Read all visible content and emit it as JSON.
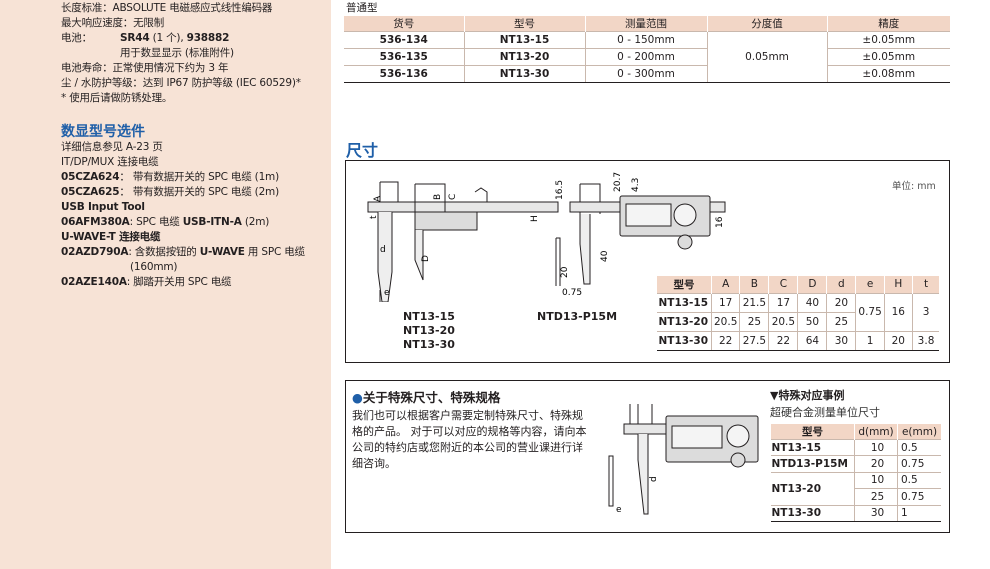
{
  "left": {
    "lines": [
      {
        "label": "长度标准：",
        "value": "ABSOLUTE 电磁感应式线性编码器"
      },
      {
        "label": "最大响应速度：",
        "value": "无限制"
      }
    ],
    "battery_label": "电池：",
    "battery_model": "SR44",
    "battery_count": " (1 个), ",
    "battery_alt": "938882",
    "battery_note": "用于数显显示 (标准附件)",
    "battery_life": "电池寿命：正常使用情况下约为 3 年",
    "protection": "尘 / 水防护等级：达到 IP67 防护等级 (IEC 60529)*",
    "note": "* 使用后请做防锈处理。",
    "section_title": "数显型号选件",
    "ref": "详细信息参见 A-23 页",
    "mux": "IT/DP/MUX 连接电缆",
    "cable1_code": "05CZA624",
    "cable1_desc": "：  带有数据开关的 SPC 电缆 (1m)",
    "cable2_code": "05CZA625",
    "cable2_desc": "：  带有数据开关的 SPC 电缆 (2m)",
    "usb_title": "USB Input Tool",
    "usb_code": "06AFM380A",
    "usb_desc1": ": SPC 电缆 ",
    "usb_model": "USB-ITN-A",
    "usb_desc2": " (2m)",
    "uwave_title": "U-WAVE-T 连接电缆",
    "uwave_code": "02AZD790A",
    "uwave_desc1": ": 含数据按钮的 ",
    "uwave_model": "U-WAVE",
    "uwave_desc2": " 用 SPC 电缆",
    "uwave_len": "(160mm)",
    "foot_code": "02AZE140A",
    "foot_desc": ": 脚踏开关用 SPC 电缆"
  },
  "spec": {
    "type_label": "普通型",
    "headers": [
      "货号",
      "型号",
      "测量范围",
      "分度值",
      "精度"
    ],
    "rows": [
      {
        "code": "536-134",
        "model": "NT13-15",
        "range": "0 - 150mm",
        "accuracy": "±0.05mm"
      },
      {
        "code": "536-135",
        "model": "NT13-20",
        "range": "0 - 200mm",
        "accuracy": "±0.05mm"
      },
      {
        "code": "536-136",
        "model": "NT13-30",
        "range": "0 - 300mm",
        "accuracy": "±0.08mm"
      }
    ],
    "resolution": "0.05mm"
  },
  "dimensions": {
    "title": "尺寸",
    "unit": "单位: mm",
    "models": [
      "NT13-15",
      "NT13-20",
      "NT13-30"
    ],
    "ntd_model": "NTD13-P15M",
    "diagram_labels": {
      "A": "A",
      "B": "B",
      "C": "C",
      "D": "D",
      "d": "d",
      "e": "e",
      "H": "H",
      "t": "t",
      "v165": "16.5",
      "v20": "20",
      "v40": "40",
      "v075": "0.75",
      "v16": "16",
      "v207": "20.7",
      "v43": "4.3"
    },
    "table_headers": [
      "型号",
      "A",
      "B",
      "C",
      "D",
      "d",
      "e",
      "H",
      "t"
    ],
    "table_rows": [
      {
        "model": "NT13-15",
        "A": "17",
        "B": "21.5",
        "C": "17",
        "D": "40",
        "d": "20"
      },
      {
        "model": "NT13-20",
        "A": "20.5",
        "B": "25",
        "C": "20.5",
        "D": "50",
        "d": "25"
      },
      {
        "model": "NT13-30",
        "A": "22",
        "B": "27.5",
        "C": "22",
        "D": "64",
        "d": "30",
        "e": "1",
        "H": "20",
        "t": "3.8"
      }
    ],
    "shared_e": "0.75",
    "shared_H": "16",
    "shared_t": "3"
  },
  "special": {
    "dot": "●",
    "title": "关于特殊尺寸、特殊规格",
    "body": "我们也可以根据客户需要定制特殊尺寸、特殊规格的产品。 对于可以对应的规格等内容，请向本公司的特约店或您附近的本公司的营业课进行详细咨询。",
    "example_title": "▼特殊对应事例",
    "example_sub": "超硬合金测量单位尺寸",
    "diagram_d": "d",
    "diagram_e": "e",
    "headers": [
      "型号",
      "d(mm)",
      "e(mm)"
    ],
    "rows": {
      "r1": {
        "model": "NT13-15",
        "d": "10",
        "e": "0.5"
      },
      "r2": {
        "model": "NTD13-P15M",
        "d": "20",
        "e": "0.75"
      },
      "r3": {
        "model": "NT13-20",
        "d1": "10",
        "e1": "0.5",
        "d2": "25",
        "e2": "0.75"
      },
      "r4": {
        "model": "NT13-30",
        "d": "30",
        "e": "1"
      }
    }
  }
}
